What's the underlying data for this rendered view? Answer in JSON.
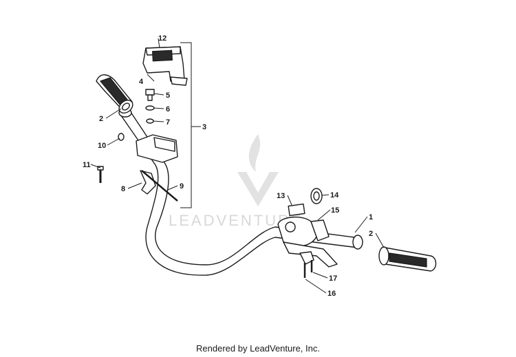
{
  "diagram": {
    "callouts": {
      "c1": "1",
      "c2a": "2",
      "c2b": "2",
      "c3": "3",
      "c4": "4",
      "c5": "5",
      "c6": "6",
      "c7": "7",
      "c8": "8",
      "c9": "9",
      "c10": "10",
      "c11": "11",
      "c12": "12",
      "c13": "13",
      "c14": "14",
      "c15": "15",
      "c16": "16",
      "c17": "17"
    }
  },
  "watermark": {
    "text": "LEADVENTURE"
  },
  "footer": {
    "text": "Rendered by LeadVenture, Inc."
  },
  "colors": {
    "line": "#1a1a1a",
    "watermark": "#d8d8d8",
    "background": "#ffffff"
  }
}
